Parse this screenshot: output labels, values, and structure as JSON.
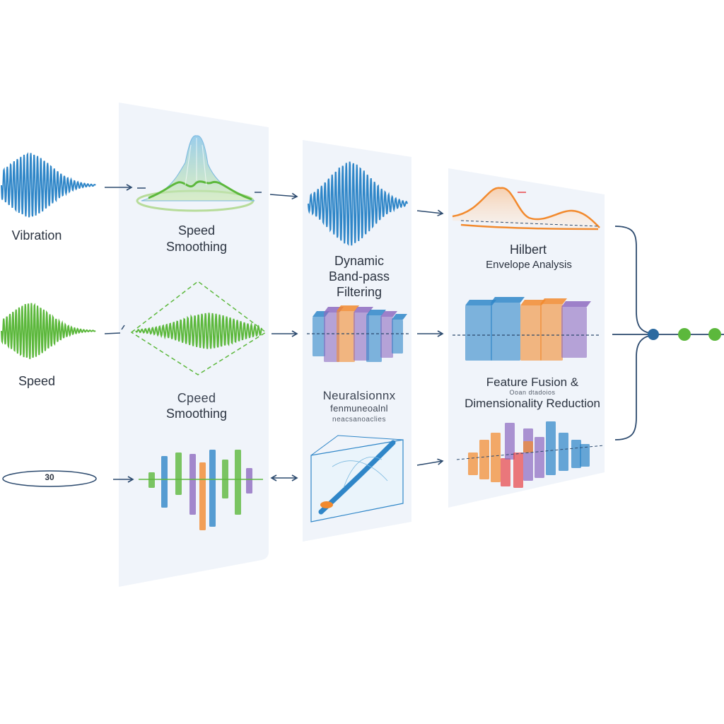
{
  "inputs": {
    "vibration": "Vibration",
    "speed": "Speed",
    "third_value": "30"
  },
  "panel1": {
    "label1_line1": "Speed",
    "label1_line2": "Smoothing",
    "label2_line1": "Cpeed",
    "label2_line2": "Smoothing"
  },
  "panel2": {
    "label1_line1": "Dynamic",
    "label1_line2": "Band-pass",
    "label1_line3": "Filtering",
    "label2_line1": "Neuralsionnx",
    "label2_line2": "fenmuneoalnl",
    "label2_line3": "neacsanoaclies"
  },
  "panel3": {
    "label1_line1": "Hilbert",
    "label1_line2": "Envelope Analysis",
    "label2_line0": "Ooan dtadoios",
    "label2_line1": "Feature Fusion &",
    "label2_line2": "Dimensionality Reduction"
  },
  "colors": {
    "blue": "#2f86c8",
    "green": "#5cb83c",
    "orange": "#f28a2e",
    "purple": "#8e6bc0",
    "red": "#e8474a",
    "navy": "#2c4a6e",
    "panel": "#eef3f9"
  }
}
